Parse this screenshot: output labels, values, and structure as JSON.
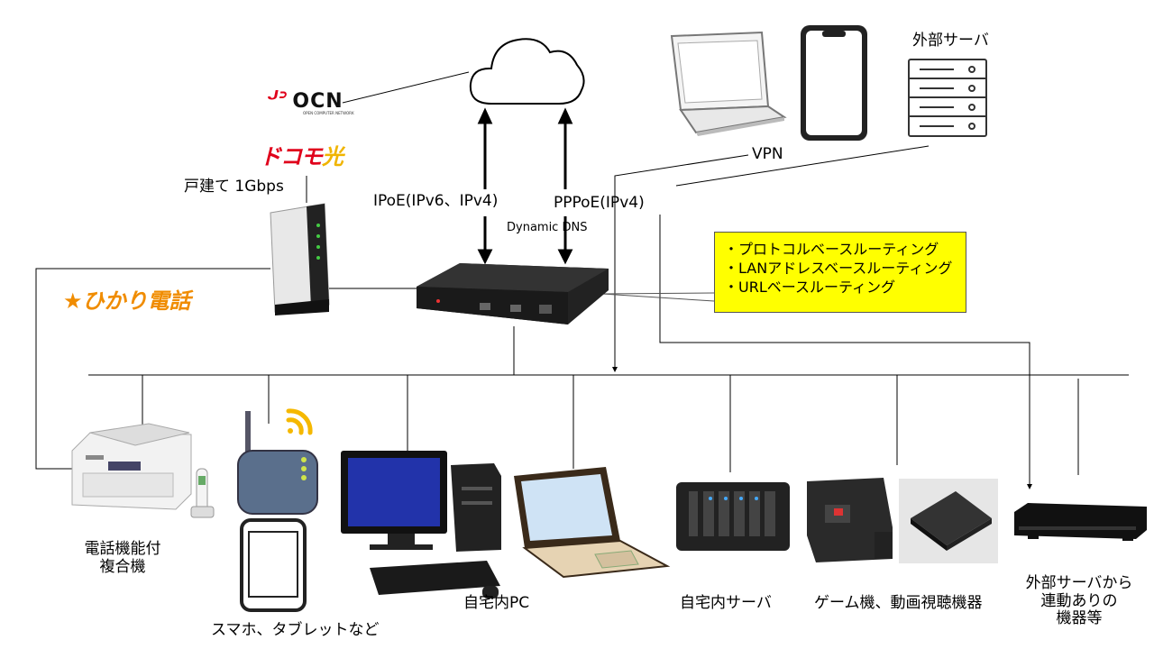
{
  "labels": {
    "external_server": "外部サーバ",
    "vpn": "VPN",
    "home_1gbps": "戸建て 1Gbps",
    "ipoe": "IPoE(IPv6、IPv4)",
    "pppoe": "PPPoE(IPv4)",
    "dynamic_dns": "Dynamic DNS",
    "fax_multifunction_line1": "電話機能付",
    "fax_multifunction_line2": "複合機",
    "smartphone_tablet": "スマホ、タブレットなど",
    "home_pc": "自宅内PC",
    "home_server": "自宅内サーバ",
    "game_video": "ゲーム機、動画視聴機器",
    "linked_devices_line1": "外部サーバから",
    "linked_devices_line2": "連動ありの",
    "linked_devices_line3": "機器等"
  },
  "callout": {
    "items": [
      "・プロトコルベースルーティング",
      "・LANアドレスベースルーティング",
      "・URLベースルーティング"
    ]
  },
  "brands": {
    "ocn": "OCN",
    "ocn_sub": "OPEN COMPUTER NETWORK",
    "docomo": "ドコモ",
    "docomo_hikari": "光",
    "hikari_denwa": "ひかり電話"
  },
  "colors": {
    "callout_bg": "#ffff00",
    "ocn_red": "#e0001b",
    "hikari_orange": "#f08c00",
    "monitor_blue": "#2233aa",
    "wifi_yellow": "#f5b800"
  },
  "icons": [
    "cloud-icon",
    "laptop-icon",
    "smartphone-icon",
    "server-icon",
    "onu-icon",
    "router-icon",
    "printer-icon",
    "cordless-phone-icon",
    "wifi-ap-icon",
    "wifi-signal-icon",
    "tablet-icon",
    "desktop-pc-icon",
    "nas-icon",
    "game-console-icon",
    "streaming-box-icon",
    "set-top-box-icon"
  ]
}
